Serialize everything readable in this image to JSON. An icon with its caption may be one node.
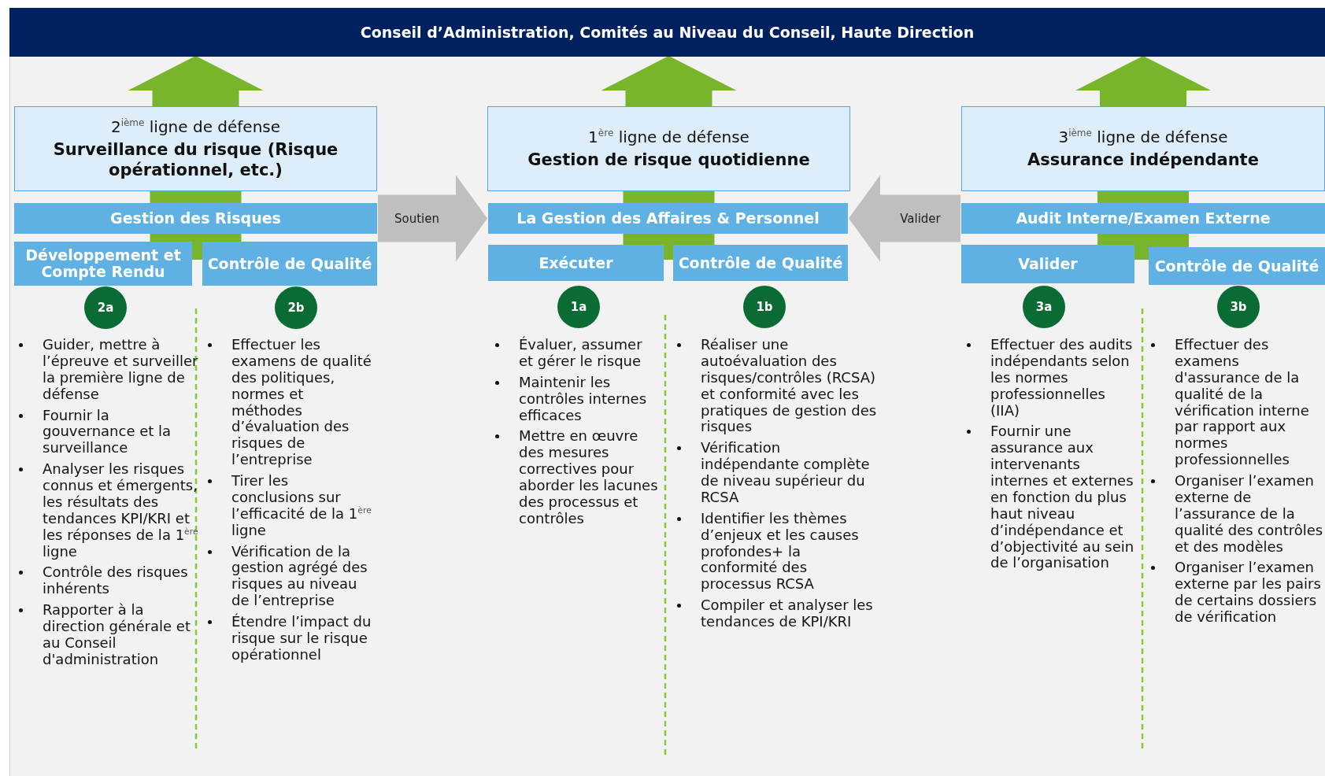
{
  "diagram": {
    "nodes": [
      {
        "text": [
          "Conseil d’Administration, Comités au Niveau du Conseil, Haute Direction"
        ]
      },
      {
        "text": [
          "2$^{ième}$ ligne de défense",
          "Surveillance du risque (Risque opérationnel, etc.)"
        ]
      },
      {
        "text": [
          "Gestion des Risques"
        ]
      },
      {
        "text": [
          "Développement et Compte Rendu"
        ]
      },
      {
        "text": [
          "Contrôle de Qualité"
        ]
      },
      {
        "text": [
          "2a"
        ],
        "beside": [
          "Guider, mettre à l’épreuve et surveiller la première ligne de défense",
          "Fournir la gouvernance et la surveillance",
          "Analyser les risques connus et émergents, les résultats des tendances KPI/KRI et les réponses de la 1$^{ère}$ ligne",
          "Contrôle des risques inhérents",
          "Rapporter à la direction générale et au Conseil d'administration"
        ]
      },
      {
        "text": [
          "2b"
        ],
        "beside": [
          "Effectuer les examens de qualité des politiques, normes et méthodes d’évaluation des risques de l’entreprise",
          "Tirer les conclusions sur l’efficacité de la 1$^{ère}$ ligne",
          "Vérification de la gestion agrégé des risques au niveau de l’entreprise",
          "Étendre l’impact du risque sur le risque opérationnel"
        ]
      },
      {
        "text": [
          "1$^{ère}$ ligne de défense",
          "Gestion de risque quotidienne"
        ]
      },
      {
        "text": [
          "La Gestion des Affaires & Personnel"
        ]
      },
      {
        "text": [
          "Exécuter"
        ]
      },
      {
        "text": [
          "Contrôle de Qualité"
        ]
      },
      {
        "text": [
          "1a"
        ],
        "beside": [
          "Évaluer, assumer et gérer le risque",
          "Maintenir les contrôles internes efficaces",
          "Mettre en œuvre des mesures correctives pour aborder les lacunes des processus et contrôles"
        ]
      },
      {
        "text": [
          "1b"
        ],
        "beside": [
          "Réaliser une autoévaluation des risques/contrôles (RCSA) et conformité avec les pratiques de gestion des risques",
          "Vérification indépendante complète de niveau supérieur du RCSA",
          "Identifier les thèmes d’enjeux et les causes profondes+ la conformité des processus RCSA",
          "Compiler et analyser les tendances de KPI/KRI"
        ]
      },
      {
        "text": [
          "3$^{ième}$ ligne de défense",
          "Assurance indépendante"
        ]
      },
      {
        "text": [
          "Audit Interne/Examen Externe"
        ]
      },
      {
        "text": [
          "Valider"
        ]
      },
      {
        "text": [
          "Contrôle de Qualité"
        ]
      },
      {
        "text": [
          "3a"
        ],
        "beside": [
          "Effectuer des audits indépendants selon les normes professionnelles (IIA)",
          "Fournir une assurance aux intervenants internes et externes en fonction du plus haut niveau d’indépendance et d’objectivité au sein de l’organisation"
        ]
      },
      {
        "text": [
          "3b"
        ],
        "beside": [
          "Effectuer des examens d'assurance de la qualité de la vérification interne par rapport aux normes professionnelles",
          "Organiser l’examen externe de l’assurance de la qualité des contrôles et des modèles",
          "Organiser l’examen externe par les pairs de certains dossiers de vérification"
        ]
      }
    ],
    "edges": [
      {
        "from": 1,
        "to": 0,
        "arrow": "to",
        "color": "#78b52b"
      },
      {
        "from": 7,
        "to": 0,
        "arrow": "to",
        "color": "#78b52b"
      },
      {
        "from": 13,
        "to": 0,
        "arrow": "to",
        "color": "#78b52b"
      },
      {
        "from": 2,
        "to": 8,
        "arrow": "to",
        "label": "Soutien",
        "color": "#bfbfbf"
      },
      {
        "from": 14,
        "to": 8,
        "arrow": "to",
        "label": "Valider",
        "color": "#bfbfbf"
      }
    ]
  }
}
